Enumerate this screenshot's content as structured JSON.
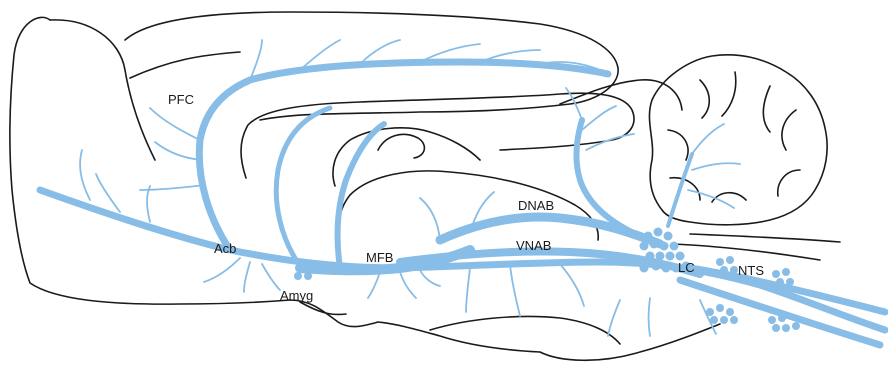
{
  "labels": {
    "pfc": "PFC",
    "acb": "Acb",
    "amyg": "Amyg",
    "mfb": "MFB",
    "dnab": "DNAB",
    "vnab": "VNAB",
    "lc": "LC",
    "nts": "NTS"
  },
  "colors": {
    "pathway": "#87bde6",
    "outline": "#1a1a1a",
    "background": "#ffffff"
  }
}
